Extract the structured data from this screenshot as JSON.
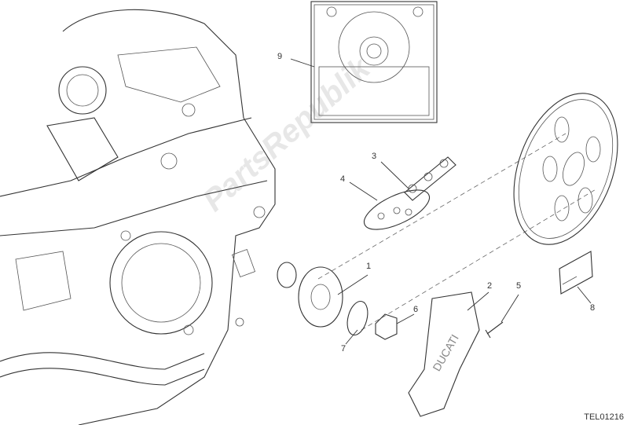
{
  "diagram": {
    "callouts": [
      "1",
      "2",
      "3",
      "4",
      "5",
      "6",
      "7",
      "8",
      "9"
    ],
    "drawing_code": "TEL01216",
    "watermark": "PartsRepublik"
  }
}
